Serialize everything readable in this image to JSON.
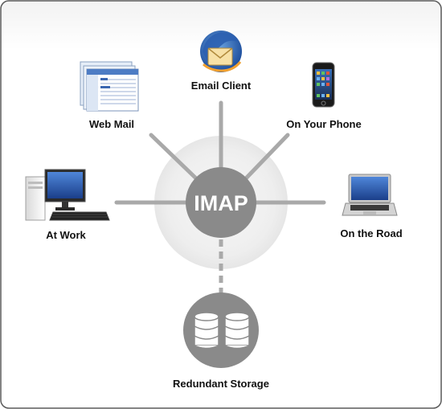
{
  "hub": {
    "label": "IMAP"
  },
  "clients": {
    "email_client": "Email Client",
    "web_mail": "Web Mail",
    "on_your_phone": "On Your Phone",
    "at_work": "At Work",
    "on_the_road": "On the Road"
  },
  "storage": {
    "label": "Redundant Storage"
  },
  "colors": {
    "hub_fill": "#8a8a8a",
    "connector": "#a9a9a9",
    "halo": "#ebebeb",
    "label_text": "#111111",
    "hub_text": "#ffffff"
  },
  "icons": {
    "email_client": "thunderbird-bird-icon",
    "web_mail": "browser-window-icon",
    "on_your_phone": "smartphone-icon",
    "at_work": "desktop-computer-icon",
    "on_the_road": "laptop-icon",
    "storage": "database-disks-icon"
  }
}
